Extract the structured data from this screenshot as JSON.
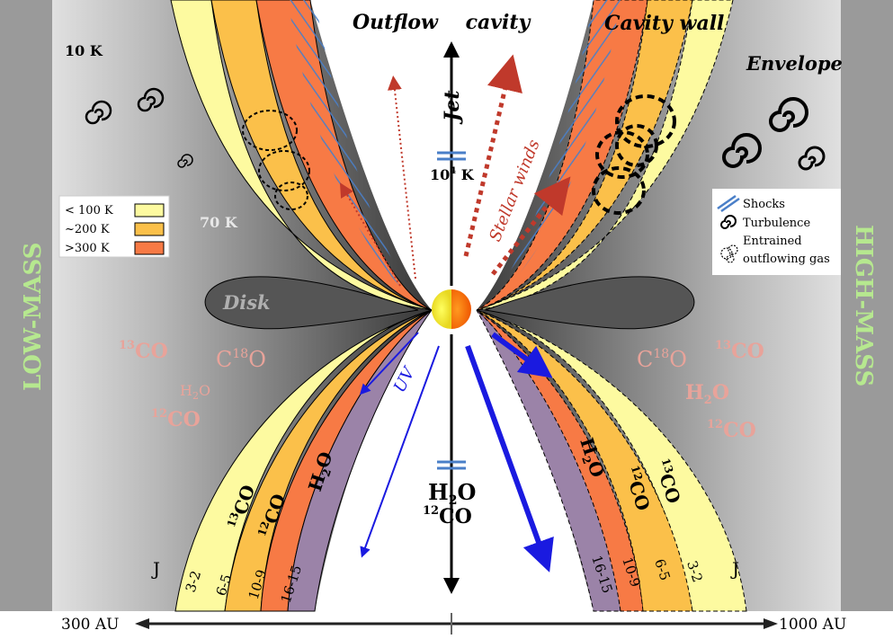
{
  "top": {
    "outflow_cavity": "Outflow    cavity",
    "cavity_wall": "Cavity wall",
    "envelope": "Envelope",
    "jet": "Jet",
    "temp_10k": "10 K",
    "temp_70k": "70 K",
    "temp_jet_base": "10",
    "temp_jet_exp": "4",
    "temp_jet_unit": " K",
    "stellar_winds": "Stellar winds",
    "disk": "Disk",
    "uv": "UV"
  },
  "sides": {
    "low_mass": "LOW-MASS",
    "high_mass": "HIGH-MASS"
  },
  "temperature_legend": {
    "items": [
      {
        "label": "< 100 K",
        "color": "#fdfaa0"
      },
      {
        "label": "~200 K",
        "color": "#fbc04a"
      },
      {
        "label": ">300 K",
        "color": "#f77a45"
      }
    ]
  },
  "symbol_legend": {
    "items": [
      {
        "label": "Shocks",
        "icon": "shocks-icon"
      },
      {
        "label": "Turbulence",
        "icon": "turbulence-icon"
      },
      {
        "label": "Entrained outflowing gas",
        "line1": "Entrained",
        "line2": "outflowing gas",
        "icon": "entrained-gas-icon"
      }
    ]
  },
  "molecules_left": {
    "co13_sup": "13",
    "co13": "CO",
    "c18o_pre": "C",
    "c18o_sup": "18",
    "c18o_post": "O",
    "h2o_a": "H",
    "h2o_sub": "2",
    "h2o_b": "O",
    "co12_sup": "12",
    "co12": "CO"
  },
  "molecules_right": {
    "c18o_pre": "C",
    "c18o_sup": "18",
    "c18o_post": "O",
    "co13_sup": "13",
    "co13": "CO",
    "h2o_a": "H",
    "h2o_sub": "2",
    "h2o_b": "O",
    "co12_sup": "12",
    "co12": "CO"
  },
  "center_molecules": {
    "h2o_a": "H",
    "h2o_sub": "2",
    "h2o_b": "O",
    "co12_sup": "12",
    "co12": "CO"
  },
  "band_labels_left": {
    "co13_sup": "13",
    "co13": "CO",
    "co12_sup": "12",
    "co12": "CO",
    "h2o_a": "H",
    "h2o_sub": "2",
    "h2o_b": "O"
  },
  "band_labels_right": {
    "h2o_a": "H",
    "h2o_sub": "2",
    "h2o_b": "O",
    "co12_sup": "12",
    "co12": "CO",
    "co13_sup": "13",
    "co13": "CO"
  },
  "transitions_left": [
    "3-2",
    "6-5",
    "10-9",
    "16-15"
  ],
  "transitions_right": [
    "16-15",
    "10-9",
    "6-5",
    "3-2"
  ],
  "j_label": "J",
  "scale": {
    "left": "300 AU",
    "right": "1000 AU"
  },
  "colors": {
    "cold": "#fdfaa0",
    "warm": "#fbc04a",
    "hot": "#f77a45",
    "purple": "#9b83a8",
    "shock": "#4a7fc8",
    "uv": "#1a1ae0",
    "wind": "#c0392b",
    "molecule_pink": "#e8a39a",
    "side_text": "#b6e88f"
  }
}
